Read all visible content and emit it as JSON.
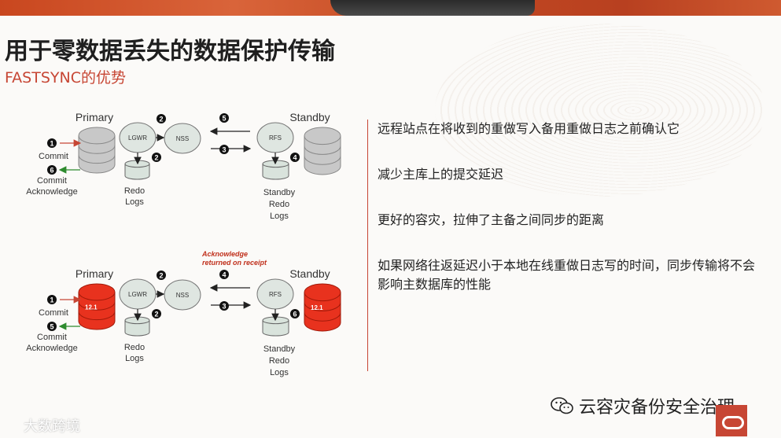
{
  "title": "用于零数据丢失的数据保护传输",
  "subtitle": "FASTSYNC的优势",
  "bullets": [
    "远程站点在将收到的重做写入备用重做日志之前确认它",
    "减少主库上的提交延迟",
    "更好的容灾，拉伸了主备之间同步的距离",
    "如果网络往返延迟小于本地在线重做日志写的时间，同步传输将不会影响主数据库的性能"
  ],
  "diagram_top": {
    "primary_label": "Primary",
    "standby_label": "Standby",
    "lgwr": "LGWR",
    "nss": "NSS",
    "rfs": "RFS",
    "redo_logs": "Redo\nLogs",
    "standby_redo_logs": "Standby\nRedo\nLogs",
    "commit": "Commit",
    "commit_ack": "Commit\nAcknowledge",
    "steps": {
      "commit": "1",
      "ack": "6",
      "lgwr_nss": "2",
      "lgwr_redo": "2",
      "nss_rfs": "3",
      "rfs_redo": "4",
      "rfs_nss": "5"
    }
  },
  "diagram_bottom": {
    "primary_label": "Primary",
    "standby_label": "Standby",
    "lgwr": "LGWR",
    "nss": "NSS",
    "rfs": "RFS",
    "redo_logs": "Redo\nLogs",
    "standby_redo_logs": "Standby\nRedo\nLogs",
    "commit": "Commit",
    "commit_ack": "Commit\nAcknowledge",
    "db_label": "12.1",
    "ack_note": "Acknowledge\nreturned on receipt",
    "steps": {
      "commit": "1",
      "ack": "5",
      "lgwr_nss": "2",
      "lgwr_redo": "2",
      "nss_rfs": "3",
      "rfs_nss": "4",
      "rfs_redo": "6"
    }
  },
  "watermark_left": "大数跨境",
  "watermark_right": "云容灾备份安全治理",
  "colors": {
    "accent": "#c74634",
    "gray_db": "#c8c8c8",
    "red_db": "#e8321e",
    "redo": "#d9e3dc",
    "node": "#dfe6e1"
  }
}
